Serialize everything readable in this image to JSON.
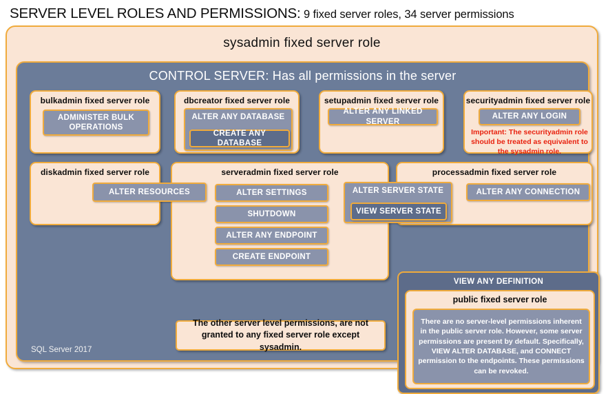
{
  "title": {
    "strong": "SERVER LEVEL ROLES AND PERMISSIONS:",
    "rest": " 9 fixed server roles, 34 server permissions"
  },
  "sysadmin": {
    "label": "sysadmin  fixed  server  role"
  },
  "control_server": {
    "label": "CONTROL SERVER: Has all permissions in the server"
  },
  "footer": {
    "label": "SQL Server 2017"
  },
  "roles": {
    "bulkadmin": {
      "title": "bulkadmin  fixed server role",
      "permissions": [
        "ADMINISTER  BULK",
        "OPERATIONS"
      ]
    },
    "dbcreator": {
      "title": "dbcreator fixed server role",
      "outer_permission": "ALTER ANY DATABASE",
      "inner_permission": "CREATE  ANY DATABASE"
    },
    "setupadmin": {
      "title": "setupadmin fixed server role",
      "permission": "ALTER ANY LINKED SERVER"
    },
    "securityadmin": {
      "title": "securityadmin  fixed server role",
      "permission": "ALTER ANY LOGIN",
      "note": "Important:  The securityadmin role should  be treated as equivalent to the sysadmin role."
    },
    "diskadmin": {
      "title": "diskadmin  fixed server role",
      "permission": "ALTER RESOURCES"
    },
    "serveradmin": {
      "title": "serveradmin fixed server role",
      "permissions": [
        "ALTER SETTINGS",
        "SHUTDOWN",
        "ALTER ANY ENDPOINT",
        "CREATE  ENDPOINT"
      ],
      "outer_permission": "ALTER SERVER STATE",
      "inner_permission": "VIEW SERVER STATE"
    },
    "processadmin": {
      "title": "processadmin fixed server role",
      "permission": "ALTER ANY CONNECTION"
    },
    "public": {
      "view_any_definition": "VIEW ANY DEFINITION",
      "title": "public  fixed server role",
      "note": "There are no server-level permissions inherent in the public server role. However, some server permissions are present by default. Specifically, VIEW ALTER DATABASE, and CONNECT permission to the endpoints. These permissions can be revoked."
    }
  },
  "other_note": {
    "text": "The other server level permissions,  are not granted to any fixed server role except sysadmin."
  },
  "colors": {
    "peach": "#fae5d5",
    "gold_border": "#f0ab3c",
    "slate_panel": "#6b7c99",
    "perm_chip": "#8a93ab",
    "perm_chip_dark": "#5d6c8a",
    "alert_red": "#e8220f"
  }
}
